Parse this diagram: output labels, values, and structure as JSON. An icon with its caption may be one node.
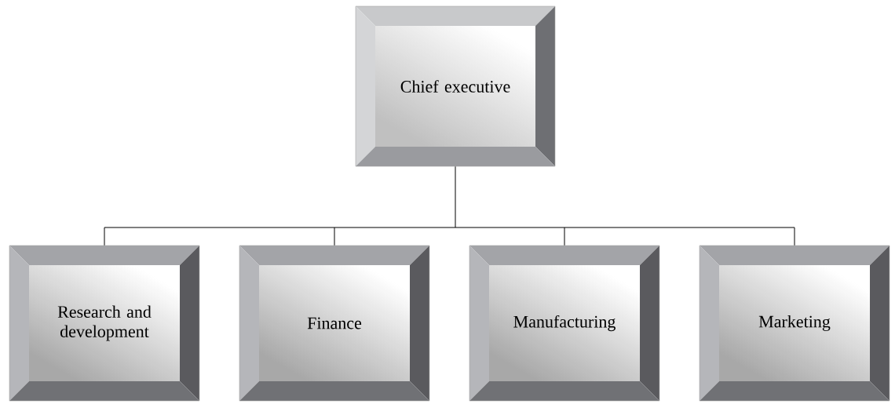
{
  "diagram": {
    "nodes": [
      {
        "text": [
          "Chief executive"
        ]
      },
      {
        "text": [
          "Research and development"
        ]
      },
      {
        "text": [
          "Finance"
        ]
      },
      {
        "text": [
          "Manufacturing"
        ]
      },
      {
        "text": [
          "Marketing"
        ]
      }
    ],
    "edges": [
      {
        "from": 0,
        "to": 1,
        "arrow": "none"
      },
      {
        "from": 0,
        "to": 2,
        "arrow": "none"
      },
      {
        "from": 0,
        "to": 3,
        "arrow": "none"
      },
      {
        "from": 0,
        "to": 4,
        "arrow": "none"
      }
    ]
  }
}
